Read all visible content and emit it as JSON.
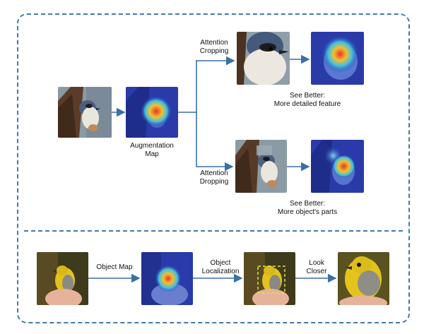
{
  "diagram": {
    "top_section": {
      "augmentation_label": [
        "Augmentation",
        "Map"
      ],
      "crop_branch": {
        "label": [
          "Attention",
          "Cropping"
        ],
        "result": [
          "See Better:",
          "More detailed feature"
        ]
      },
      "drop_branch": {
        "label": [
          "Attention",
          "Dropping"
        ],
        "result": [
          "See Better:",
          "More object's parts"
        ]
      }
    },
    "bottom_section": {
      "object_map_label": "Object Map",
      "localization_label": [
        "Object",
        "Localization"
      ],
      "look_closer_label": [
        "Look",
        "Closer"
      ]
    }
  },
  "colors": {
    "frame": "#3f79b5",
    "arrow": "#3a6fa8",
    "heat_blue": "#2636b8",
    "heat_red": "#e8342a",
    "bird_yellow": "#e2c21c"
  }
}
